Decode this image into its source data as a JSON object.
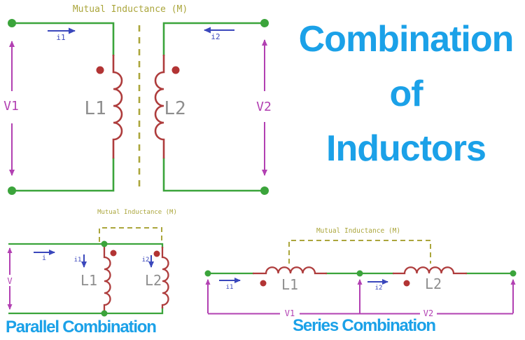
{
  "colors": {
    "background": "#FFFFFF",
    "wire_green": "#3BA43B",
    "coil_red": "#AE3C3C",
    "dot_red": "#B23434",
    "voltage_magenta": "#B240B2",
    "current_blue": "#3A47BC",
    "mutual_olive": "#ABA63C",
    "label_gray": "#8E8E8E",
    "title_blue": "#1BA1E8"
  },
  "title": {
    "line1": "Combination",
    "line2": "of",
    "line3": "Inductors"
  },
  "mutual_circuit": {
    "mutual_label": "Mutual Inductance (M)",
    "v1": "V1",
    "v2": "V2",
    "i1": "i1",
    "i2": "i2",
    "l1": "L1",
    "l2": "L2"
  },
  "parallel_circuit": {
    "caption": "Parallel Combination",
    "mutual_label": "Mutual Inductance (M)",
    "v": "V",
    "i": "i",
    "i1": "i1",
    "i2": "i2",
    "l1": "L1",
    "l2": "L2"
  },
  "series_circuit": {
    "caption": "Series Combination",
    "mutual_label": "Mutual Inductance (M)",
    "v1": "V1",
    "v2": "V2",
    "i1": "i1",
    "i2": "i2",
    "l1": "L1",
    "l2": "L2"
  }
}
